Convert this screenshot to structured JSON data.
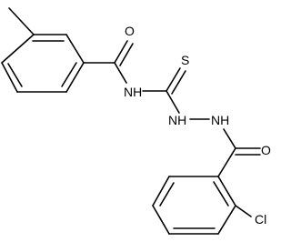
{
  "molecule": {
    "atoms": {
      "methyl_o": "O",
      "amide_nh": "NH",
      "thione_s": "S",
      "hydrazine_nh_1": "NH",
      "hydrazine_nh_2": "NH",
      "lower_o": "O",
      "chloro": "Cl"
    }
  }
}
